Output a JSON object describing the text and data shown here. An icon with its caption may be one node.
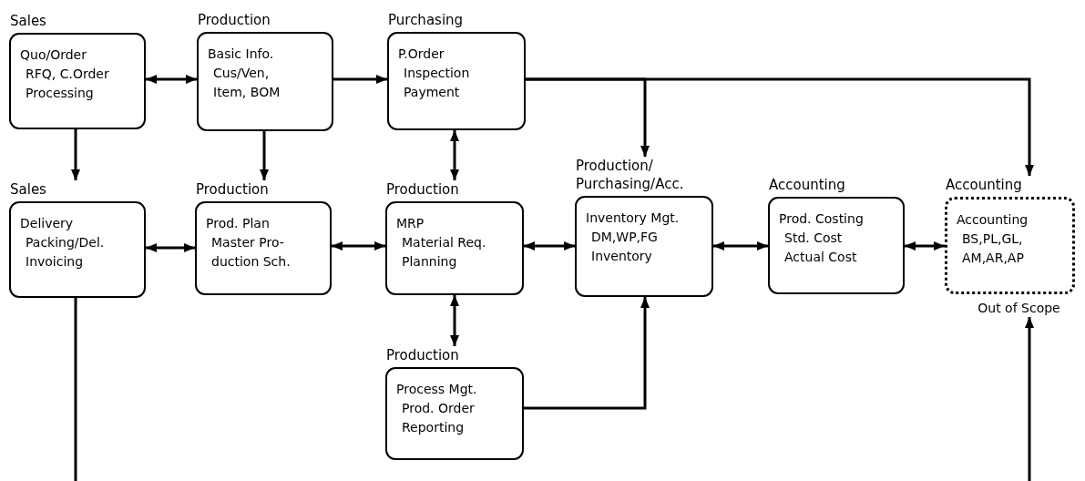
{
  "diagram": {
    "nodes": [
      {
        "text": [
          "Sales",
          "Quo/Order",
          "RFQ, C.Order Processing"
        ]
      },
      {
        "text": [
          "Production",
          "Basic Info.",
          "Cus/Ven, Item, BOM"
        ]
      },
      {
        "text": [
          "Purchasing",
          "P.Order",
          "Inspection Payment"
        ]
      },
      {
        "text": [
          "Sales",
          "Delivery",
          "Packing/Del. Invoicing"
        ]
      },
      {
        "text": [
          "Production",
          "Prod. Plan",
          "Master Pro- duction Sch."
        ]
      },
      {
        "text": [
          "Production",
          "MRP",
          "Material Req. Planning"
        ]
      },
      {
        "text": [
          "Production/Purchasing/Acc.",
          "Inventory Mgt.",
          "DM,WP,FG Inventory"
        ]
      },
      {
        "text": [
          "Accounting",
          "Prod. Costing",
          "Std. Cost Actual Cost"
        ]
      },
      {
        "text": [
          "Accounting",
          "Accounting",
          "BS,PL,GL, AM,AR,AP"
        ],
        "beside": [
          "Out of Scope"
        ]
      },
      {
        "text": [
          "Production",
          "Process Mgt.",
          "Prod. Order Reporting"
        ]
      }
    ],
    "edges": [
      {
        "from": 0,
        "to": 1,
        "arrow": "both"
      },
      {
        "from": 1,
        "to": 2,
        "arrow": "to"
      },
      {
        "from": 0,
        "to": 3,
        "arrow": "to"
      },
      {
        "from": 1,
        "to": 4,
        "arrow": "to"
      },
      {
        "from": 2,
        "to": 5,
        "arrow": "both"
      },
      {
        "from": 2,
        "to": 6,
        "arrow": "to"
      },
      {
        "from": 2,
        "to": 8,
        "arrow": "to"
      },
      {
        "from": 3,
        "to": 4,
        "arrow": "both"
      },
      {
        "from": 4,
        "to": 5,
        "arrow": "both"
      },
      {
        "from": 5,
        "to": 6,
        "arrow": "both"
      },
      {
        "from": 6,
        "to": 7,
        "arrow": "both"
      },
      {
        "from": 7,
        "to": 8,
        "arrow": "both"
      },
      {
        "from": 5,
        "to": 9,
        "arrow": "both"
      },
      {
        "from": 9,
        "to": 6,
        "arrow": "to"
      },
      {
        "from": 3,
        "to": null,
        "arrow": "none"
      },
      {
        "from": null,
        "to": 8,
        "arrow": "to"
      }
    ]
  }
}
